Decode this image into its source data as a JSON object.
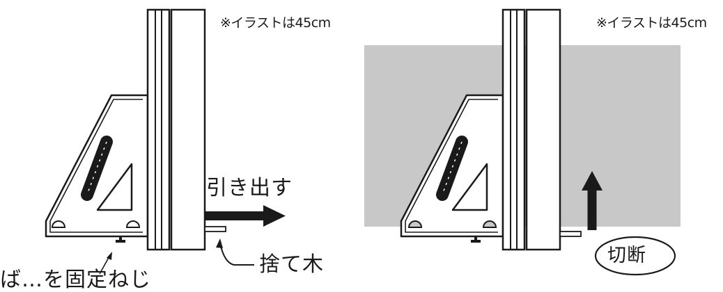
{
  "left_panel": {
    "note": "※イラストは45cm",
    "action_label": "引き出す",
    "scrap_wood_label": "捨て木",
    "partial_label": "ば…を固定ねじ"
  },
  "right_panel": {
    "note": "※イラストは45cm",
    "cut_label": "切断"
  },
  "colors": {
    "line": "#1a1a1a",
    "board_fill": "#c8c8c8",
    "background": "#ffffff"
  }
}
